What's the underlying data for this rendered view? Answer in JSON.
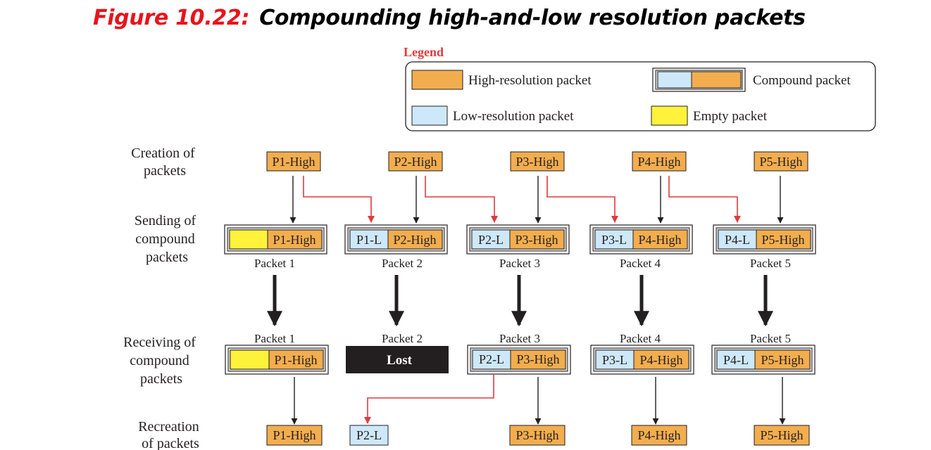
{
  "figure": {
    "number_label": "Figure 10.22:",
    "title": "Compounding high-and-low resolution packets"
  },
  "legend": {
    "heading": "Legend",
    "items": [
      {
        "kind": "high",
        "label": "High-resolution packet"
      },
      {
        "kind": "compound",
        "label": "Compound packet"
      },
      {
        "kind": "low",
        "label": "Low-resolution packet"
      },
      {
        "kind": "empty",
        "label": "Empty packet"
      }
    ]
  },
  "rows": {
    "creation": [
      "Creation of",
      "packets"
    ],
    "sending": [
      "Sending of",
      "compound",
      "packets"
    ],
    "receiving": [
      "Receiving of",
      "compound",
      "packets"
    ],
    "recreation": [
      "Recreation",
      "of packets"
    ]
  },
  "created_packets": [
    "P1-High",
    "P2-High",
    "P3-High",
    "P4-High",
    "P5-High"
  ],
  "sent_packets": [
    {
      "name": "Packet 1",
      "low": "",
      "high": "P1-High"
    },
    {
      "name": "Packet 2",
      "low": "P1-L",
      "high": "P2-High"
    },
    {
      "name": "Packet 3",
      "low": "P2-L",
      "high": "P3-High"
    },
    {
      "name": "Packet 4",
      "low": "P3-L",
      "high": "P4-High"
    },
    {
      "name": "Packet 5",
      "low": "P4-L",
      "high": "P5-High"
    }
  ],
  "received_packets": [
    {
      "name": "Packet 1",
      "low": "",
      "high": "P1-High",
      "lost": false
    },
    {
      "name": "Packet 2",
      "lost": true,
      "lost_label": "Lost"
    },
    {
      "name": "Packet 3",
      "low": "P2-L",
      "high": "P3-High",
      "lost": false
    },
    {
      "name": "Packet 4",
      "low": "P3-L",
      "high": "P4-High",
      "lost": false
    },
    {
      "name": "Packet 5",
      "low": "P4-L",
      "high": "P5-High",
      "lost": false
    }
  ],
  "recreated_packets": [
    {
      "kind": "high",
      "label": "P1-High"
    },
    {
      "kind": "low",
      "label": "P2-L"
    },
    {
      "kind": "high",
      "label": "P3-High"
    },
    {
      "kind": "high",
      "label": "P4-High"
    },
    {
      "kind": "high",
      "label": "P5-High"
    }
  ],
  "colors": {
    "high": "#f2ad4e",
    "low": "#cde8f8",
    "empty": "#fff23a",
    "red_arrow": "#e03a3e",
    "title_accent": "#e8141c"
  }
}
